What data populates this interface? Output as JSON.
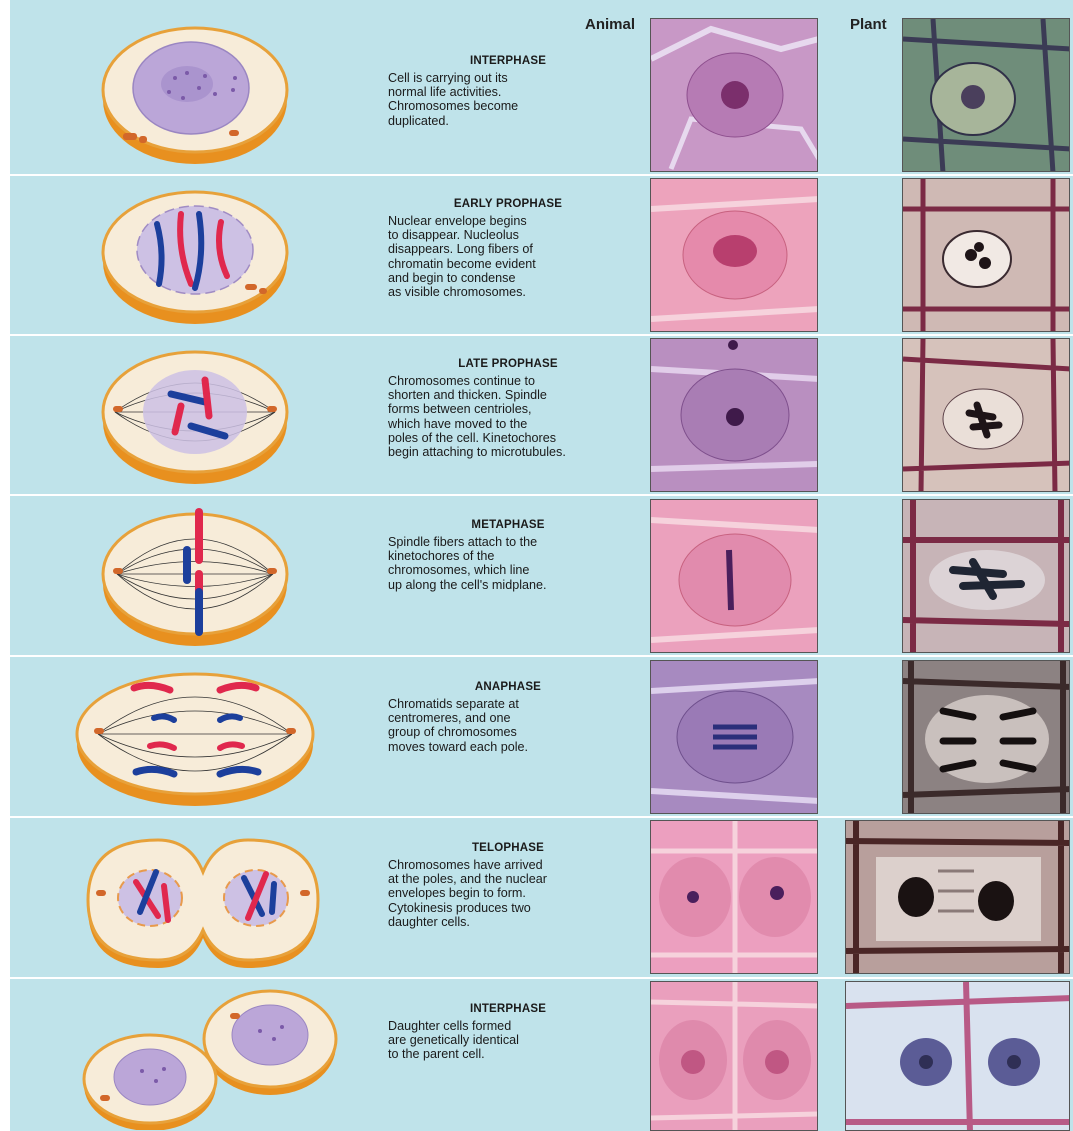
{
  "headers": {
    "animal": "Animal",
    "plant": "Plant"
  },
  "colors": {
    "background": "#bfe3ea",
    "cell_rim": "#f0a83a",
    "cytoplasm": "#f6f1e6",
    "nucleus": "#b9a6d6",
    "chromosome_red": "#e0284d",
    "chromosome_blue": "#1c3f9c",
    "animal_stain": "#d979a8",
    "plant_stain": "#8a5a72"
  },
  "phases": [
    {
      "title": "INTERPHASE",
      "description": "Cell is carrying out its\nnormal life activities.\nChromosomes become\nduplicated."
    },
    {
      "title": "EARLY PROPHASE",
      "description": "Nuclear envelope begins\nto disappear. Nucleolus\ndisappears. Long fibers of\nchromatin become evident\nand begin to condense\nas visible chromosomes."
    },
    {
      "title": "LATE PROPHASE",
      "description": "Chromosomes continue to\nshorten and thicken. Spindle\nforms between centrioles,\nwhich have moved to the\npoles of the cell. Kinetochores\nbegin attaching to microtubules."
    },
    {
      "title": "METAPHASE",
      "description": "Spindle fibers attach to the\nkinetochores of the\nchromosomes, which line\nup along the cell's midplane."
    },
    {
      "title": "ANAPHASE",
      "description": "Chromatids separate at\ncentromeres, and one\ngroup of chromosomes\nmoves toward each pole."
    },
    {
      "title": "TELOPHASE",
      "description": "Chromosomes have arrived\nat the poles, and the nuclear\nenvelopes begin to form.\nCytokinesis produces two\ndaughter cells."
    },
    {
      "title": "INTERPHASE",
      "description": "Daughter cells formed\nare genetically identical\nto the parent cell."
    }
  ]
}
